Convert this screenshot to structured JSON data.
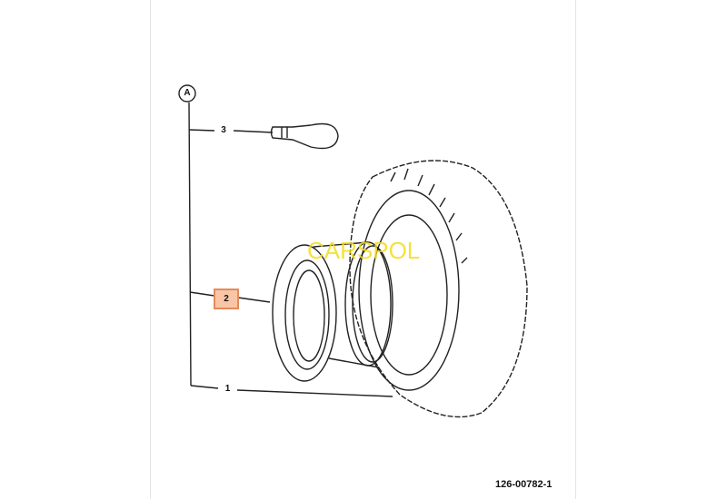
{
  "diagram": {
    "assembly_label": "A",
    "callouts": [
      {
        "number": "3",
        "part": "valve",
        "highlighted": false
      },
      {
        "number": "2",
        "part": "rim",
        "highlighted": true
      },
      {
        "number": "1",
        "part": "tyre",
        "highlighted": false
      }
    ],
    "part_number": "126-00782-1",
    "watermark": "CARSPOL",
    "highlight_color": "#f8c6a6"
  }
}
